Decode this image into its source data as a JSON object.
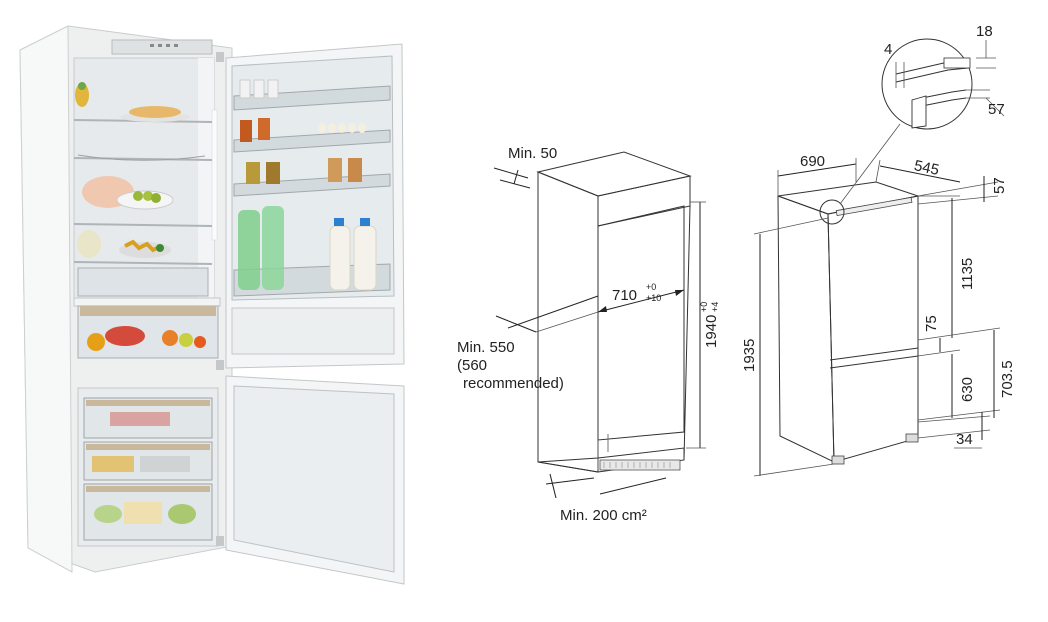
{
  "fridge": {
    "colors": {
      "body": "#f4f5f5",
      "shade": "#d9dcde",
      "glass": "#e9eff2",
      "accent_drawer": "#c9b89b"
    },
    "icons": [
      "bottle-icon",
      "jar-icon",
      "egg-icon",
      "cake-icon",
      "chicken-icon",
      "fruit-icon",
      "vegetable-icon"
    ]
  },
  "niche": {
    "min_top_gap": "Min. 50",
    "height_dim": "1940",
    "height_tol_top": "+0",
    "height_tol_bottom": "+4",
    "width_dim": "710",
    "width_tol_top": "+0",
    "width_tol_bottom": "+10",
    "depth_line1": "Min. 550",
    "depth_line2": "(560",
    "depth_line3": "recommended)",
    "vent_area": "Min. 200 cm²"
  },
  "appliance": {
    "width": "690",
    "depth": "545",
    "height": "1935",
    "top_offset": "57",
    "upper_door": "1135",
    "gap": "75",
    "lower_door": "630",
    "lower_total": "703.5",
    "plinth": "34"
  },
  "detail": {
    "a": "4",
    "b": "18",
    "c": "57"
  }
}
